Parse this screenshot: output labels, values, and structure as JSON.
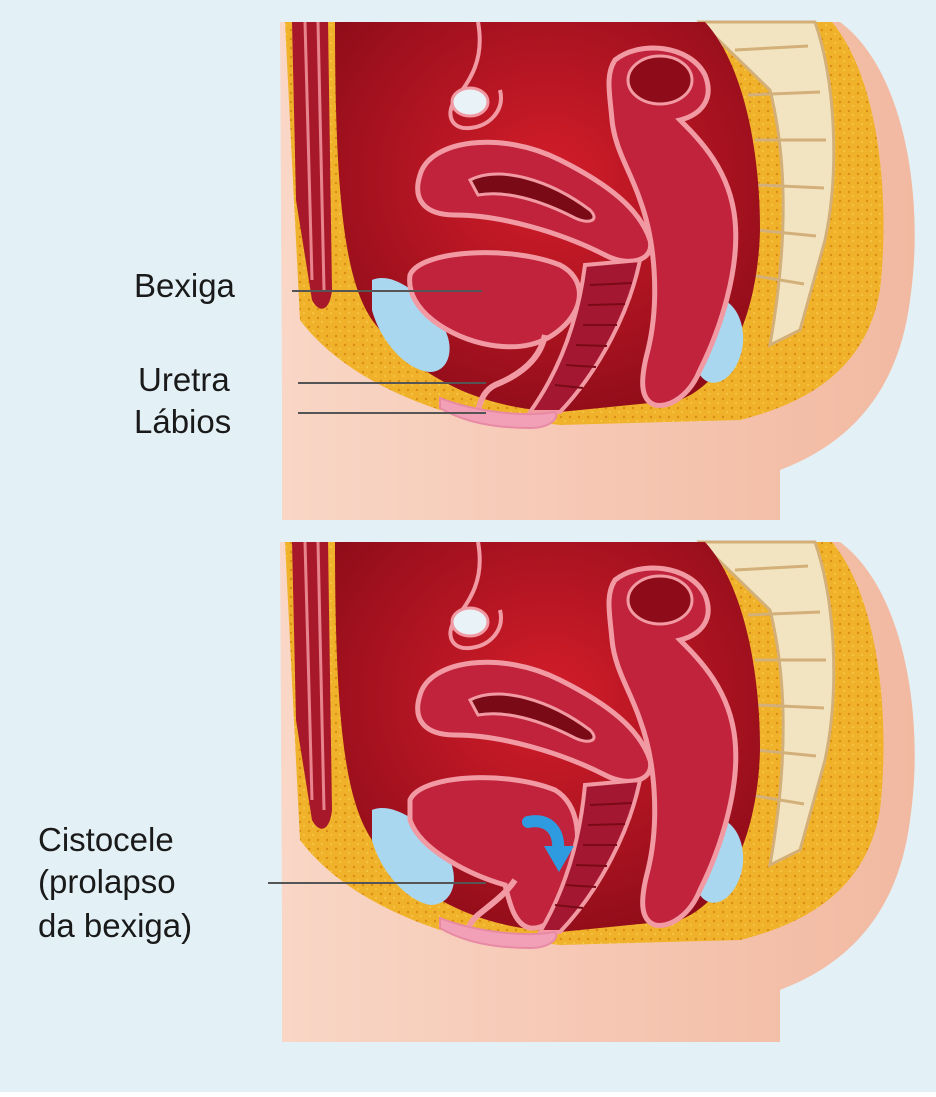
{
  "top_panel": {
    "labels": {
      "bladder": "Bexiga",
      "urethra": "Uretra",
      "labia": "Lábios"
    }
  },
  "bottom_panel": {
    "label_lines": [
      "Cistocele",
      "(prolapso",
      "da bexiga)"
    ]
  },
  "colors": {
    "background": "#e3f1f6",
    "skin": "#f6c6b3",
    "skin_shade": "#eba78f",
    "fat": "#f0b22a",
    "cavity": "#b8121f",
    "organ": "#c0233b",
    "organ_outline": "#f19aa3",
    "bladder_blue": "#a9d7ef",
    "spine": "#f3e4c1",
    "arrow": "#2e9be0",
    "label_line": "#555555"
  }
}
